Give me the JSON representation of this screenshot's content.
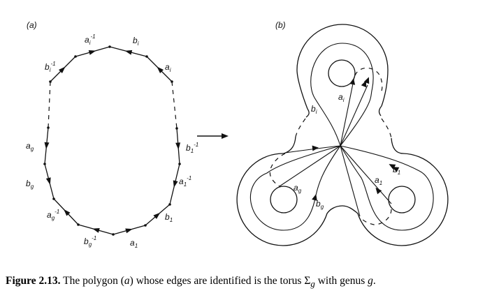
{
  "panel_a": {
    "label": "(a)",
    "edges": [
      {
        "base": "b",
        "sub": "i",
        "sup": "-1"
      },
      {
        "base": "a",
        "sub": "i",
        "sup": "-1"
      },
      {
        "base": "b",
        "sub": "i",
        "sup": ""
      },
      {
        "base": "a",
        "sub": "i",
        "sup": ""
      },
      {
        "base": "b",
        "sub": "1",
        "sup": "-1"
      },
      {
        "base": "a",
        "sub": "1",
        "sup": "-1"
      },
      {
        "base": "b",
        "sub": "1",
        "sup": ""
      },
      {
        "base": "a",
        "sub": "1",
        "sup": ""
      },
      {
        "base": "b",
        "sub": "g",
        "sup": "-1"
      },
      {
        "base": "a",
        "sub": "g",
        "sup": "-1"
      },
      {
        "base": "b",
        "sub": "g",
        "sup": ""
      },
      {
        "base": "a",
        "sub": "g",
        "sup": ""
      }
    ]
  },
  "panel_b": {
    "label": "(b)",
    "curves": [
      {
        "base": "a",
        "sub": "i"
      },
      {
        "base": "b",
        "sub": "i"
      },
      {
        "base": "a",
        "sub": "g"
      },
      {
        "base": "b",
        "sub": "g"
      },
      {
        "base": "a",
        "sub": "1"
      },
      {
        "base": "b",
        "sub": "1"
      }
    ]
  },
  "caption": {
    "figure": "Figure 2.13.",
    "text_1": " The polygon (",
    "text_a": "a",
    "text_2": ") whose edges are identified is the torus ",
    "sigma": "Σ",
    "sigma_sub": "g",
    "text_3": " with genus ",
    "genus": "g",
    "text_4": "."
  }
}
